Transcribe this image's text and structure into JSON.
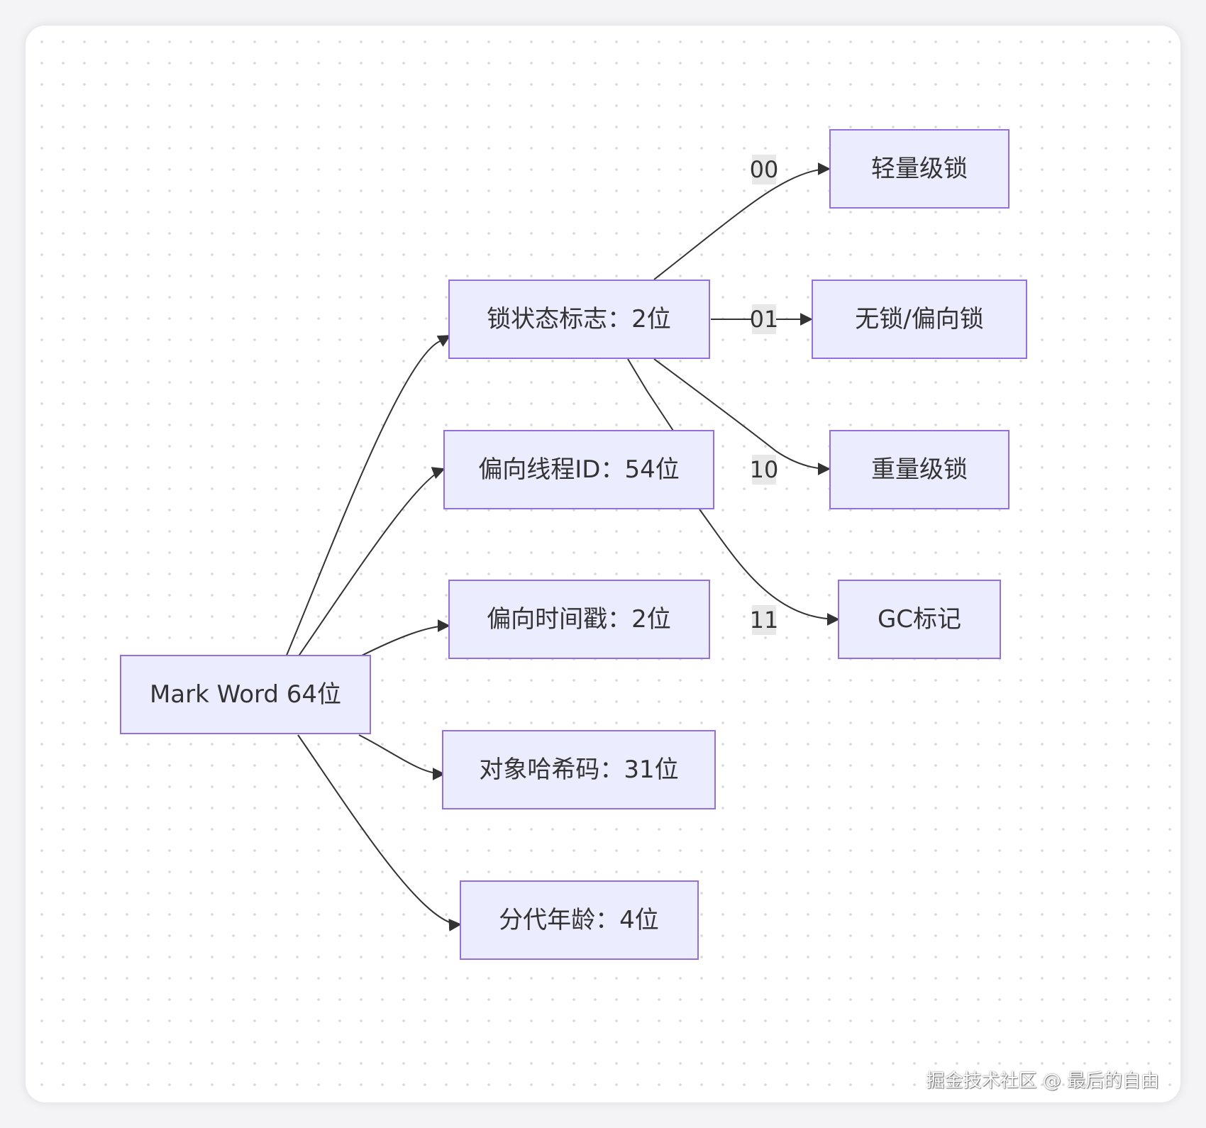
{
  "diagram": {
    "nodes": {
      "root": "Mark Word 64位",
      "lock_flag": "锁状态标志：2位",
      "biased_thread": "偏向线程ID：54位",
      "biased_time": "偏向时间戳：2位",
      "hash": "对象哈希码：31位",
      "age": "分代年龄：4位",
      "light": "轻量级锁",
      "nolock": "无锁/偏向锁",
      "heavy": "重量级锁",
      "gc": "GC标记"
    },
    "edge_labels": {
      "to_light": "00",
      "to_nolock": "01",
      "to_heavy": "10",
      "to_gc": "11"
    },
    "colors": {
      "node_fill": "#ECECFF",
      "node_stroke": "#9370DB",
      "edge": "#333333",
      "label_bg": "#e8e8e8"
    }
  },
  "watermark": "掘金技术社区 @ 最后的自由"
}
